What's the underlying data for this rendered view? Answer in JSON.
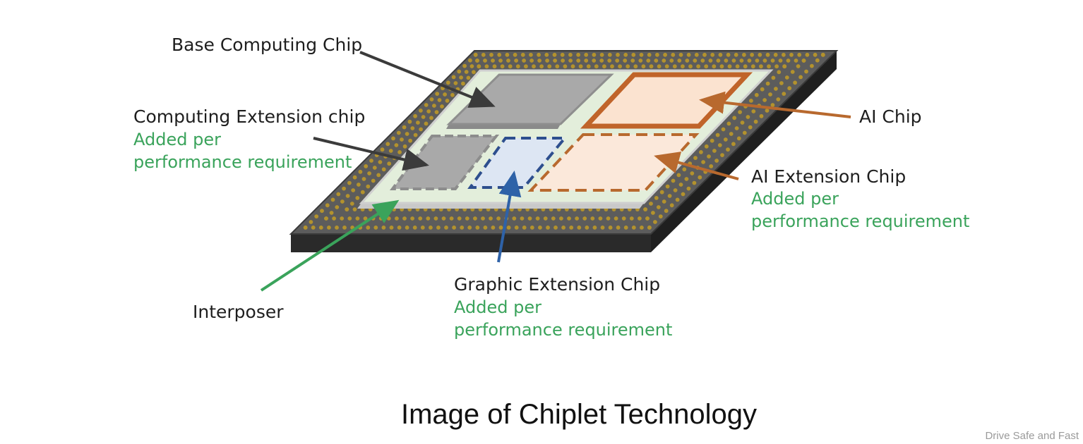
{
  "colors": {
    "package_top": "#5c5c5c",
    "package_side": "#2a2a2a",
    "pins": "#b3922d",
    "interposer": "#e3eedb",
    "base_chip": "#a9a9a9",
    "ai_chip_fill": "#fbe3d0",
    "ai_chip_border": "#c0642a",
    "graphic_chip_fill": "#dde6f3",
    "graphic_chip_border": "#2e4f8e",
    "arrow_dark": "#3b3b3b",
    "arrow_green": "#3aa35b",
    "arrow_blue": "#2e62a8",
    "arrow_orange": "#b8692e",
    "sub_text": "#3aa35b"
  },
  "labels": {
    "base_chip": "Base Computing Chip",
    "computing_ext": "Computing Extension chip",
    "computing_ext_sub1": "Added per",
    "computing_ext_sub2": "performance requirement",
    "ai_chip": "AI Chip",
    "ai_ext": "AI Extension Chip",
    "ai_ext_sub1": "Added per",
    "ai_ext_sub2": "performance requirement",
    "graphic_ext": "Graphic Extension Chip",
    "graphic_ext_sub1": "Added per",
    "graphic_ext_sub2": "performance requirement",
    "interposer": "Interposer"
  },
  "caption": "Image of Chiplet Technology",
  "watermark": "Drive Safe and Fast"
}
